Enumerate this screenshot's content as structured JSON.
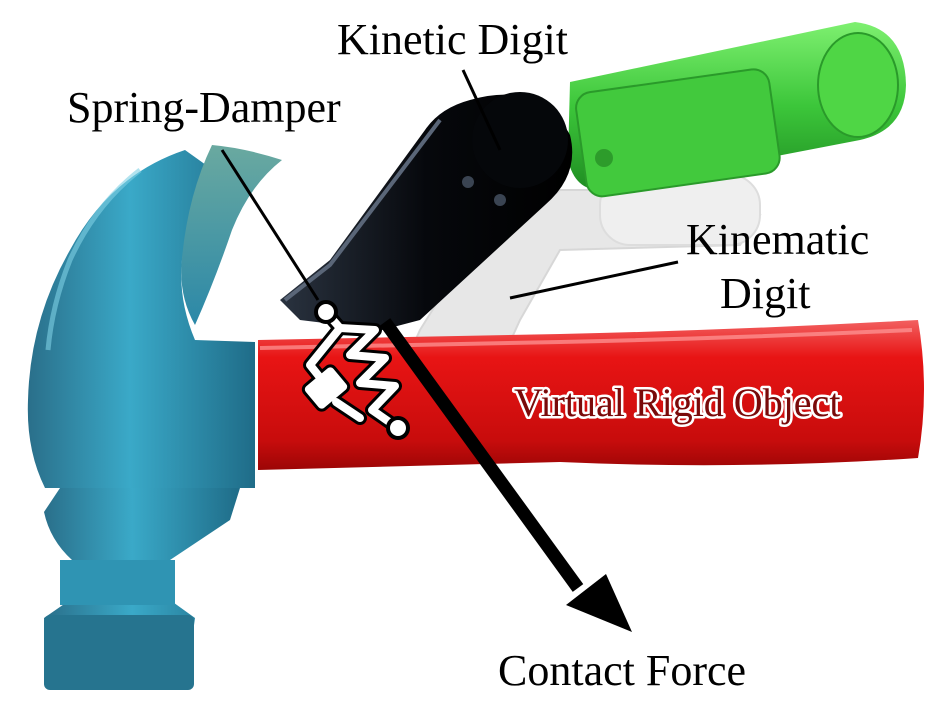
{
  "labels": {
    "kinetic_digit": "Kinetic Digit",
    "spring_damper": "Spring-Damper",
    "kinematic_digit_line1": "Kinematic",
    "kinematic_digit_line2": "Digit",
    "virtual_rigid_object": "Virtual Rigid Object",
    "contact_force": "Contact Force"
  },
  "colors": {
    "hammer_head": "#2f8fb0",
    "hammer_handle": "#e01010",
    "kinetic_digit_green": "#3ec83a",
    "kinetic_digit_black": "#0c0f14",
    "kinematic_digit_ghost": "#d8d8d8",
    "spring_damper": "#ffffff",
    "force_arrow": "#000000"
  }
}
